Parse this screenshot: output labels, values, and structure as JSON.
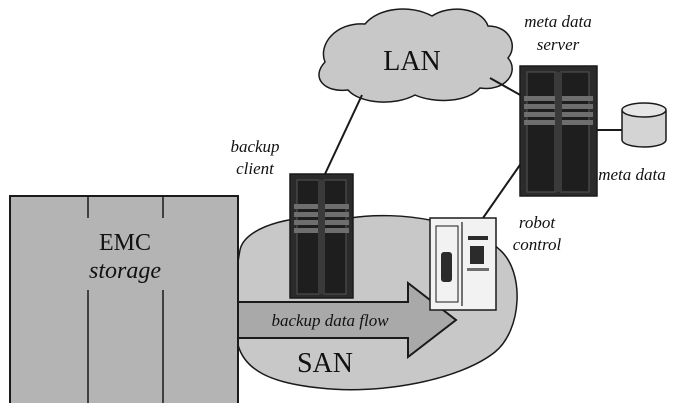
{
  "labels": {
    "lan": "LAN",
    "san": "SAN",
    "emc_line1": "EMC",
    "emc_line2": "storage",
    "backup_client_line1": "backup",
    "backup_client_line2": "client",
    "meta_server_line1": "meta data",
    "meta_server_line2": "server",
    "meta_data": "meta data",
    "robot_line1": "robot",
    "robot_line2": "control",
    "data_flow": "backup data flow"
  },
  "colors": {
    "cloud_fill": "#c8c8c8",
    "storage_fill": "#b4b4b4",
    "server_dark": "#2b2b2b",
    "server_slot": "#6e6e6e",
    "arrow_fill": "#a9a9a9",
    "robot_fill": "#f2f2f2",
    "line": "#1a1a1a"
  },
  "icons": {
    "backup_client": "server-tower-icon",
    "meta_server": "server-tower-icon",
    "meta_data": "database-cylinder-icon",
    "robot": "tape-robot-icon",
    "storage": "storage-cabinet-icon",
    "lan": "network-cloud-icon",
    "san": "network-cloud-icon",
    "flow": "arrow-right-icon"
  }
}
